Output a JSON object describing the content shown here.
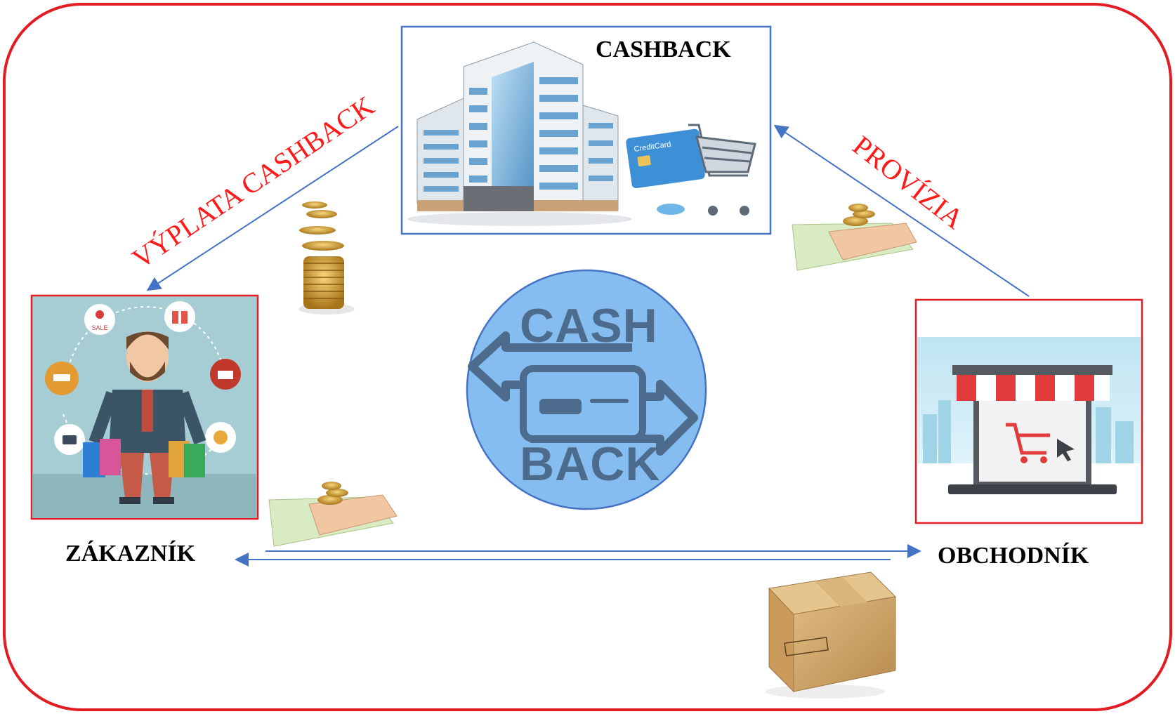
{
  "nodes": {
    "cashback": {
      "label": "CASHBACK"
    },
    "customer": {
      "label": "ZÁKAZNÍK"
    },
    "merchant": {
      "label": "OBCHODNÍK"
    }
  },
  "edges": {
    "payout": {
      "label": "VÝPLATA CASHBACK"
    },
    "commission": {
      "label": "PROVÍZIA"
    }
  },
  "center_logo": {
    "line1": "CASH",
    "line2": "BACK"
  },
  "icons": {
    "sale_badge": "SALE",
    "credit_card": "CreditCard"
  },
  "colors": {
    "frame": "#e31b23",
    "arrow": "#4472c4",
    "red_text": "#ff1a1a",
    "circle_fill": "#86bdf0"
  }
}
